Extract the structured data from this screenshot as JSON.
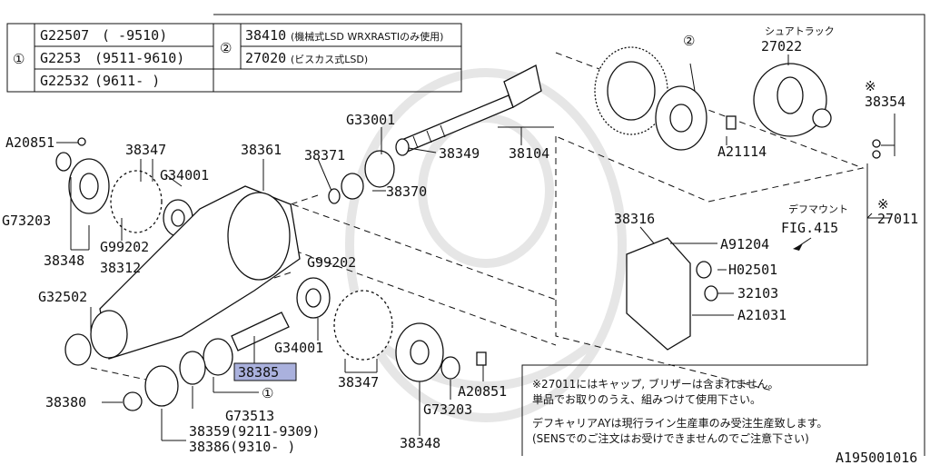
{
  "table": {
    "row1": {
      "num": "①",
      "code": "G22507",
      "range": "(      -9510)"
    },
    "row2": {
      "code": "G2253",
      "range": "(9511-9610)"
    },
    "row3": {
      "code": "G22532",
      "range": "(9611-      )"
    },
    "row1b": {
      "num": "②",
      "code": "38410",
      "desc": "(機械式LSD WRXRASTIのみ使用)"
    },
    "row2b": {
      "code": "27020",
      "desc": "(ビスカス式LSD)"
    }
  },
  "labels": {
    "shaft_ring": "シュアトラック",
    "p27022": "27022",
    "c2_top": "②",
    "p38354_mark": "※",
    "p38354": "38354",
    "pA20851_top": "A20851",
    "p38347_top": "38347",
    "pG34001_top": "G34001",
    "p38361": "38361",
    "p38371": "38371",
    "pG33001": "G33001",
    "p38349": "38349",
    "p38104": "38104",
    "pA21114": "A21114",
    "p38370": "38370",
    "pG73203_left": "G73203",
    "pG99202_left": "G99202",
    "p38348_left": "38348",
    "p38312": "38312",
    "p38316": "38316",
    "diffmount": "デフマウント",
    "fig415": "FIG.415",
    "p27011_mark": "※",
    "p27011": "27011",
    "pA91204": "A91204",
    "pH02501": "H02501",
    "p32103": "32103",
    "pA21031": "A21031",
    "pG99202_mid": "G99202",
    "pG32502": "G32502",
    "pG34001_mid": "G34001",
    "p38385": "38385",
    "p38347_mid": "38347",
    "pA20851_mid": "A20851",
    "c1_mid": "①",
    "p38380": "38380",
    "pG73513": "G73513",
    "pG73203_mid": "G73203",
    "p38359": "38359(9211-9309)",
    "p38386": "38386(9310-      )",
    "p38348_mid": "38348",
    "footer_code": "A195001016"
  },
  "notes": {
    "n1": "※27011にはキャップ, ブリザーは含まれません。",
    "n2": "単品でお取りのうえ、組みつけて使用下さい。",
    "n3": "デフキャリアAYは現行ライン生産車のみ受注生産致します。",
    "n4": "(SENSでのご注文はお受けできませんのでご注意下さい)"
  },
  "colors": {
    "highlight": "#aab1dd",
    "ink": "#111111"
  }
}
